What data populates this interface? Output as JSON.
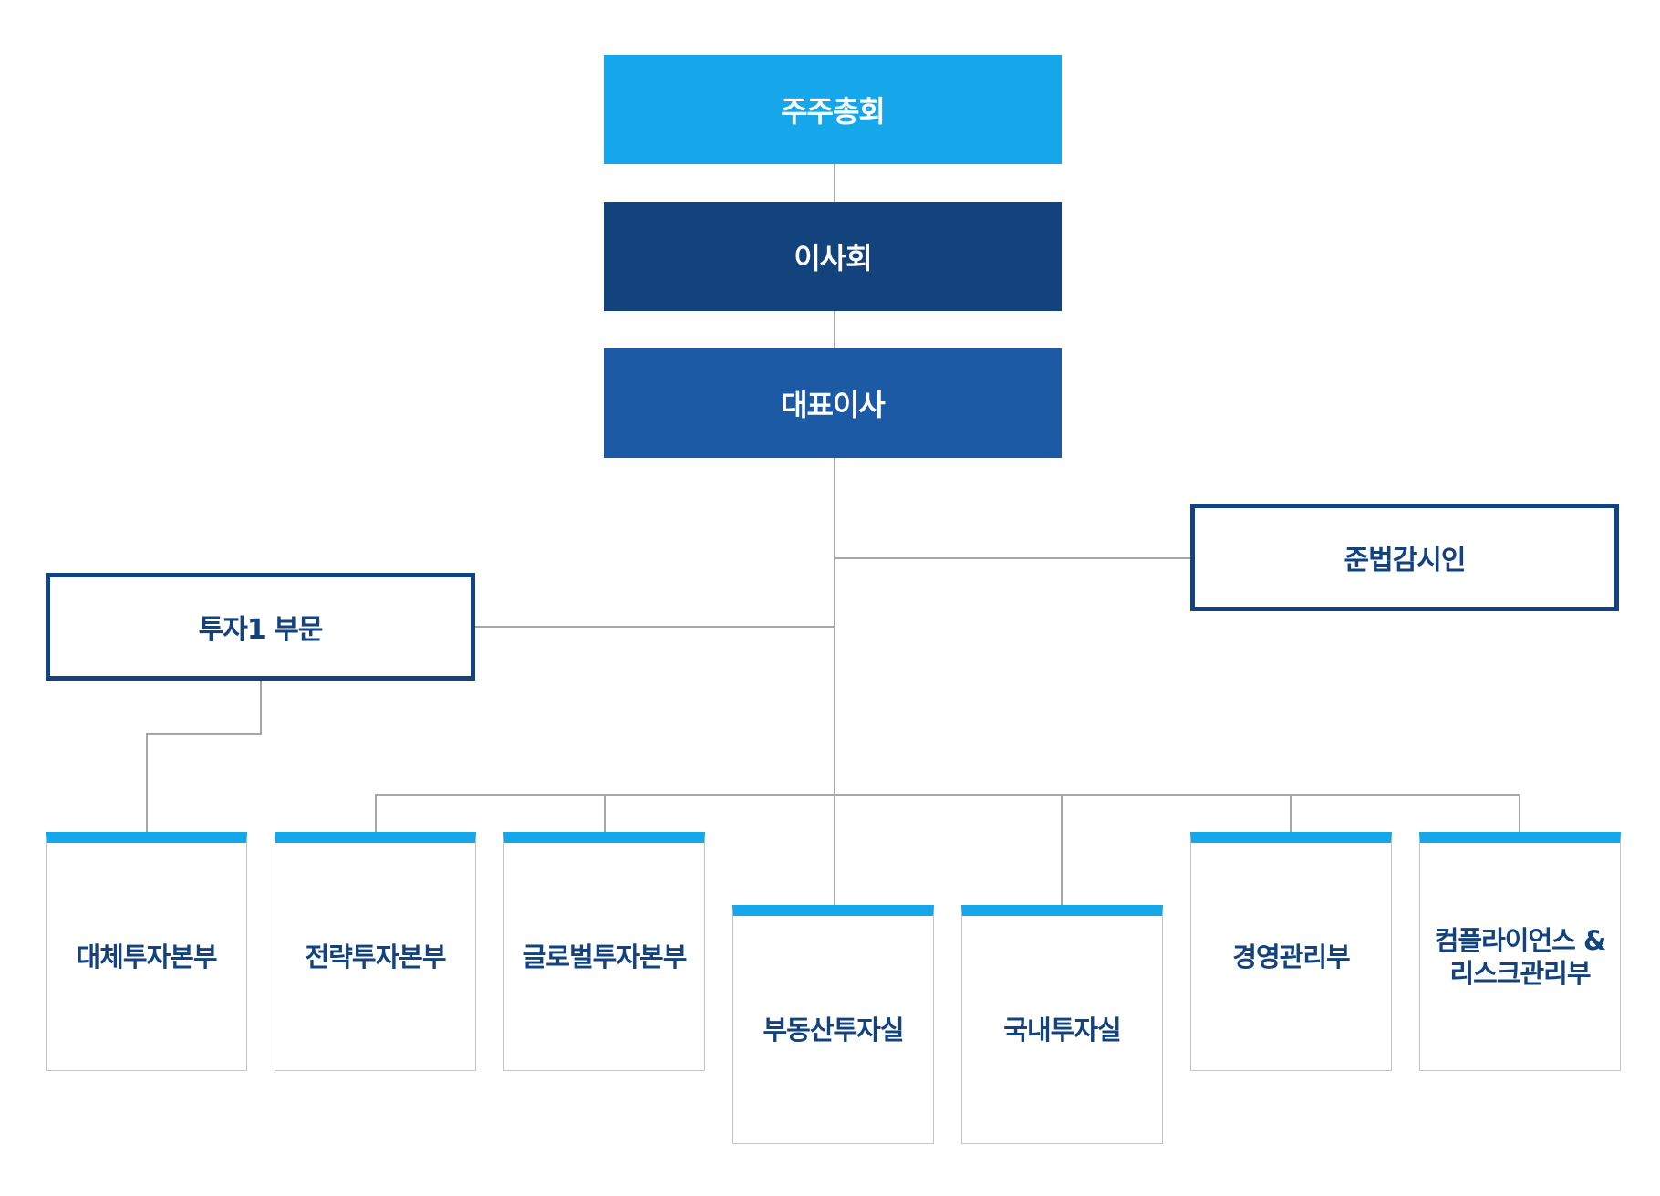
{
  "colors": {
    "shareholders_fill": "#15a7ea",
    "board_fill": "#12437c",
    "ceo_fill": "#1c5aa6",
    "outline": "#13437f",
    "dept_accent": "#16a7ea",
    "connector": "#a6a6a6",
    "dept_text": "#13437f"
  },
  "top": {
    "shareholders": "주주총회",
    "board": "이사회",
    "ceo": "대표이사"
  },
  "side": {
    "compliance_officer": "준법감시인",
    "investment_division": "투자1 부문"
  },
  "departments": [
    "대체투자본부",
    "전략투자본부",
    "글로벌투자본부",
    "부동산투자실",
    "국내투자실",
    "경영관리부",
    "컴플라이언스 &\n리스크관리부"
  ]
}
